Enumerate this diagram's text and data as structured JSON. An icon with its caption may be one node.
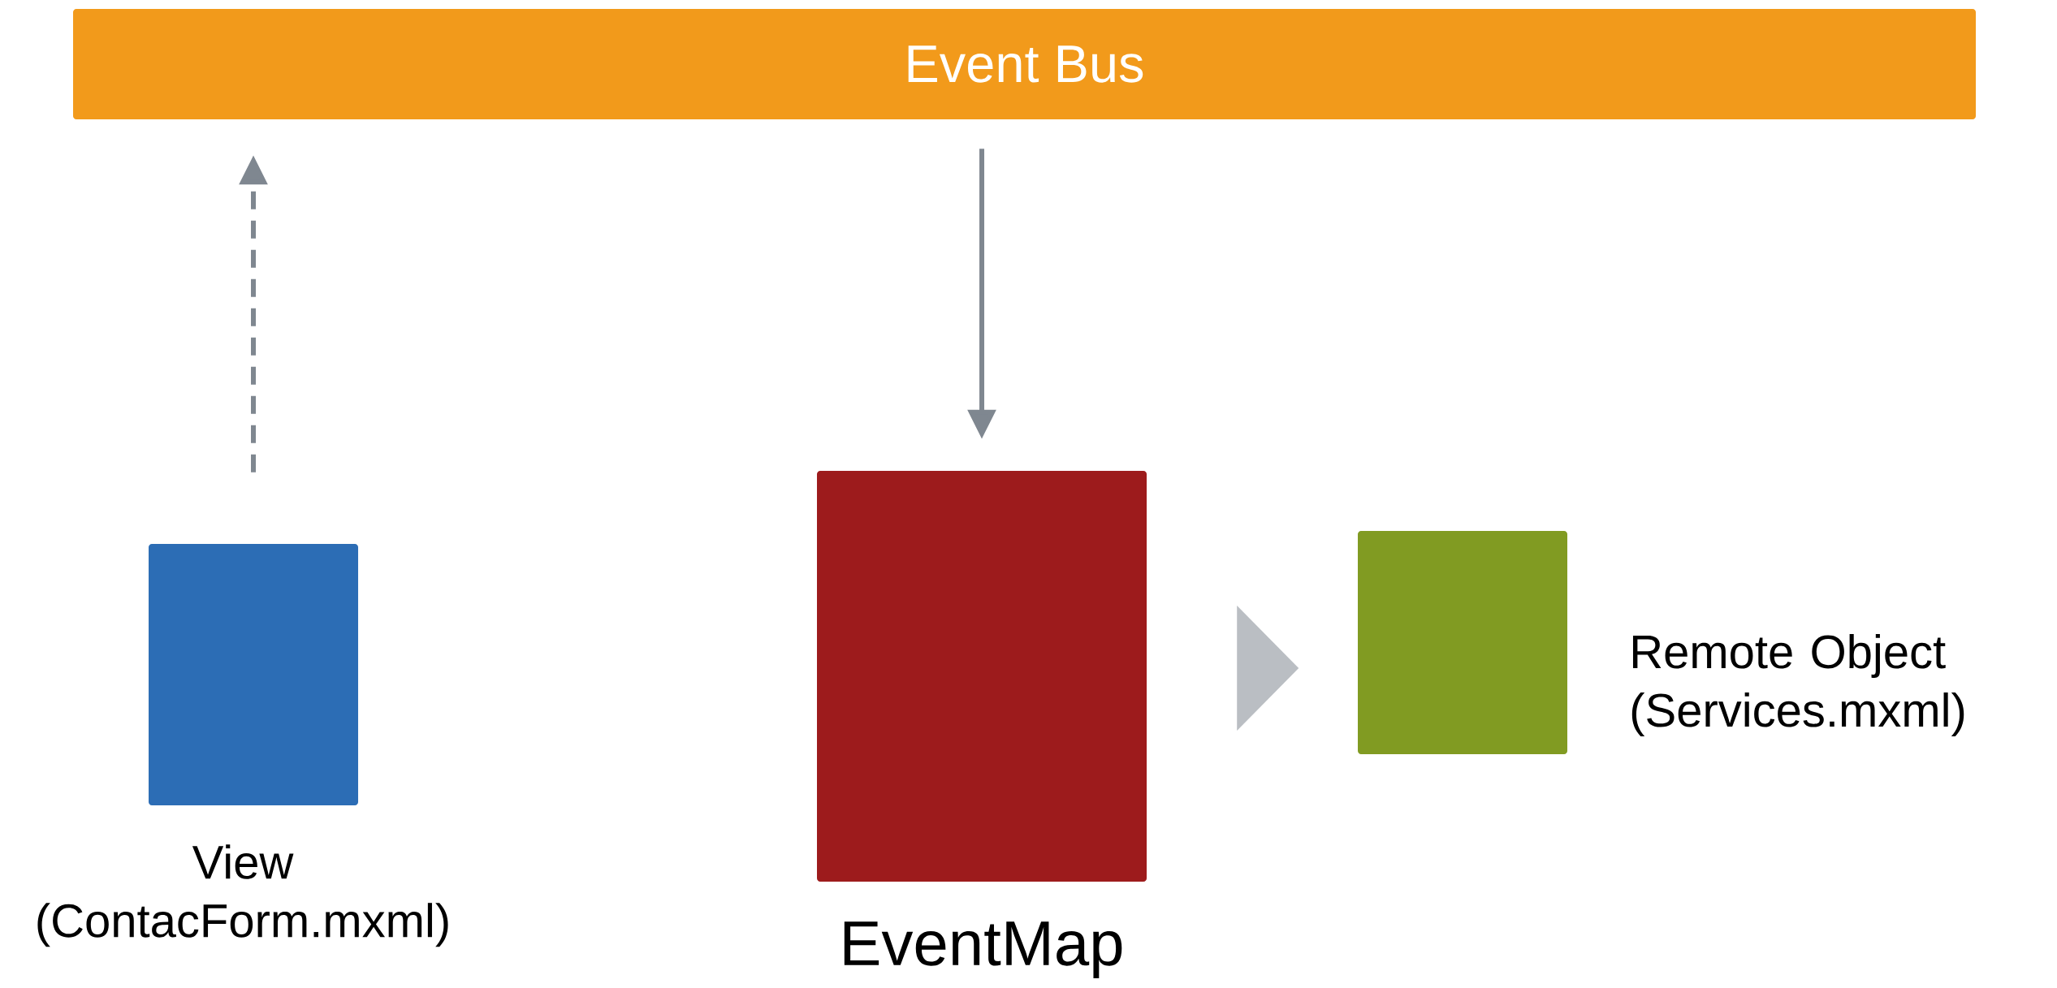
{
  "diagram": {
    "nodes": [
      {
        "text": [
          "Event Bus"
        ]
      },
      {
        "text": [
          "View (ContacForm.mxml)"
        ]
      },
      {
        "text": [
          "EventMap"
        ]
      },
      {
        "text": [
          "Remote Object (Services.mxml)"
        ]
      }
    ],
    "edges": [
      {
        "from": 1,
        "to": 0,
        "arrow": "to",
        "style": "dashed"
      },
      {
        "from": 0,
        "to": 2,
        "arrow": "to"
      },
      {
        "from": 2,
        "to": 3,
        "arrow": "to",
        "color": "#babec3"
      }
    ]
  }
}
